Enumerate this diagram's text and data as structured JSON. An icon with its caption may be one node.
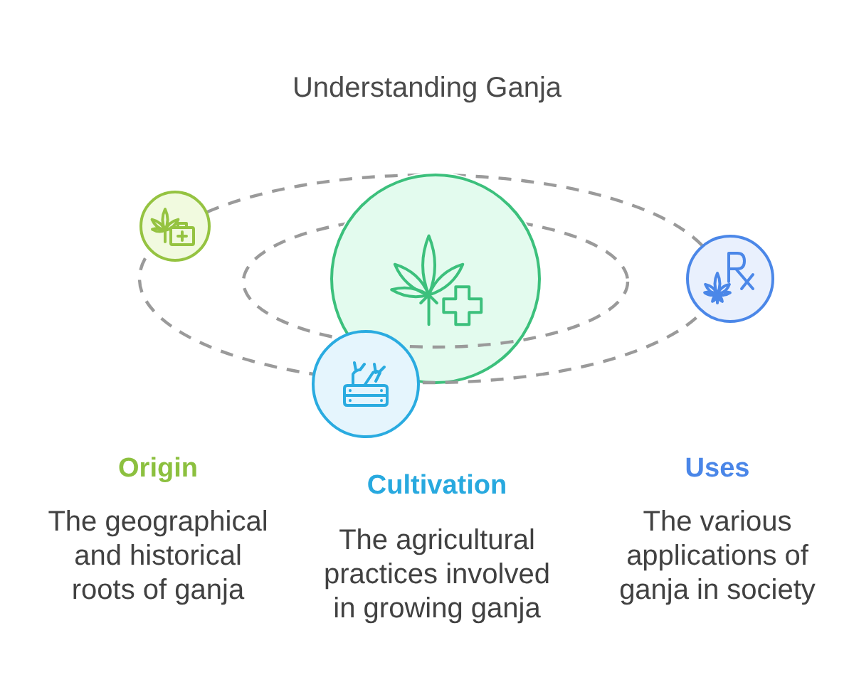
{
  "diagram": {
    "title": "Understanding Ganja",
    "nodes": [
      {
        "text": [],
        "shape": "circle"
      },
      {
        "text": [],
        "shape": "circle",
        "beside": [
          "Origin",
          "The geographical and historical roots of ganja"
        ]
      },
      {
        "text": [],
        "shape": "circle",
        "beside": [
          "Cultivation",
          "The agricultural practices involved in growing ganja"
        ]
      },
      {
        "text": [],
        "shape": "circle",
        "beside": [
          "Uses",
          "The various applications of ganja in society"
        ]
      }
    ]
  }
}
